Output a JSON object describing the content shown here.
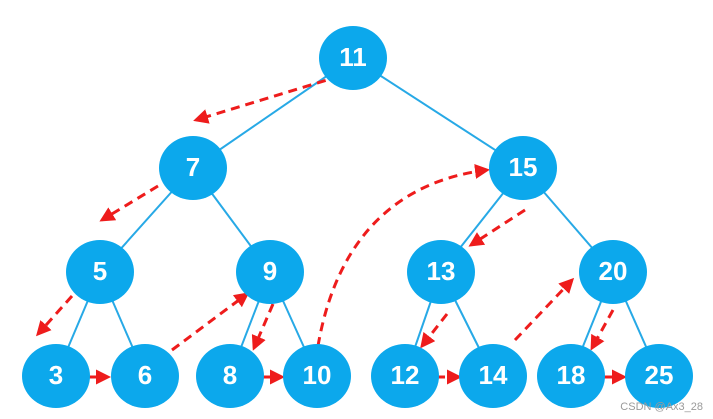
{
  "colors": {
    "node_fill": "#0ca8ec",
    "edge": "#27a9e6",
    "arrow": "#ee1c1c",
    "label": "#ffffff"
  },
  "nodes": [
    {
      "id": "n11",
      "label": "11"
    },
    {
      "id": "n7",
      "label": "7"
    },
    {
      "id": "n15",
      "label": "15"
    },
    {
      "id": "n5",
      "label": "5"
    },
    {
      "id": "n9",
      "label": "9"
    },
    {
      "id": "n13",
      "label": "13"
    },
    {
      "id": "n20",
      "label": "20"
    },
    {
      "id": "n3",
      "label": "3"
    },
    {
      "id": "n6",
      "label": "6"
    },
    {
      "id": "n8",
      "label": "8"
    },
    {
      "id": "n10",
      "label": "10"
    },
    {
      "id": "n12",
      "label": "12"
    },
    {
      "id": "n14",
      "label": "14"
    },
    {
      "id": "n18",
      "label": "18"
    },
    {
      "id": "n25",
      "label": "25"
    }
  ],
  "edges": [
    [
      "n11",
      "n7"
    ],
    [
      "n11",
      "n15"
    ],
    [
      "n7",
      "n5"
    ],
    [
      "n7",
      "n9"
    ],
    [
      "n15",
      "n13"
    ],
    [
      "n15",
      "n20"
    ],
    [
      "n5",
      "n3"
    ],
    [
      "n5",
      "n6"
    ],
    [
      "n9",
      "n8"
    ],
    [
      "n9",
      "n10"
    ],
    [
      "n13",
      "n12"
    ],
    [
      "n13",
      "n14"
    ],
    [
      "n20",
      "n18"
    ],
    [
      "n20",
      "n25"
    ]
  ],
  "threads": [
    [
      "n11",
      "n7"
    ],
    [
      "n7",
      "n5"
    ],
    [
      "n5",
      "n3"
    ],
    [
      "n3",
      "n6"
    ],
    [
      "n6",
      "n9"
    ],
    [
      "n9",
      "n8"
    ],
    [
      "n8",
      "n10"
    ],
    [
      "n10",
      "n15"
    ],
    [
      "n15",
      "n13"
    ],
    [
      "n13",
      "n12"
    ],
    [
      "n12",
      "n14"
    ],
    [
      "n14",
      "n20"
    ],
    [
      "n20",
      "n18"
    ],
    [
      "n18",
      "n25"
    ]
  ],
  "watermark": "CSDN @Ax3_28"
}
